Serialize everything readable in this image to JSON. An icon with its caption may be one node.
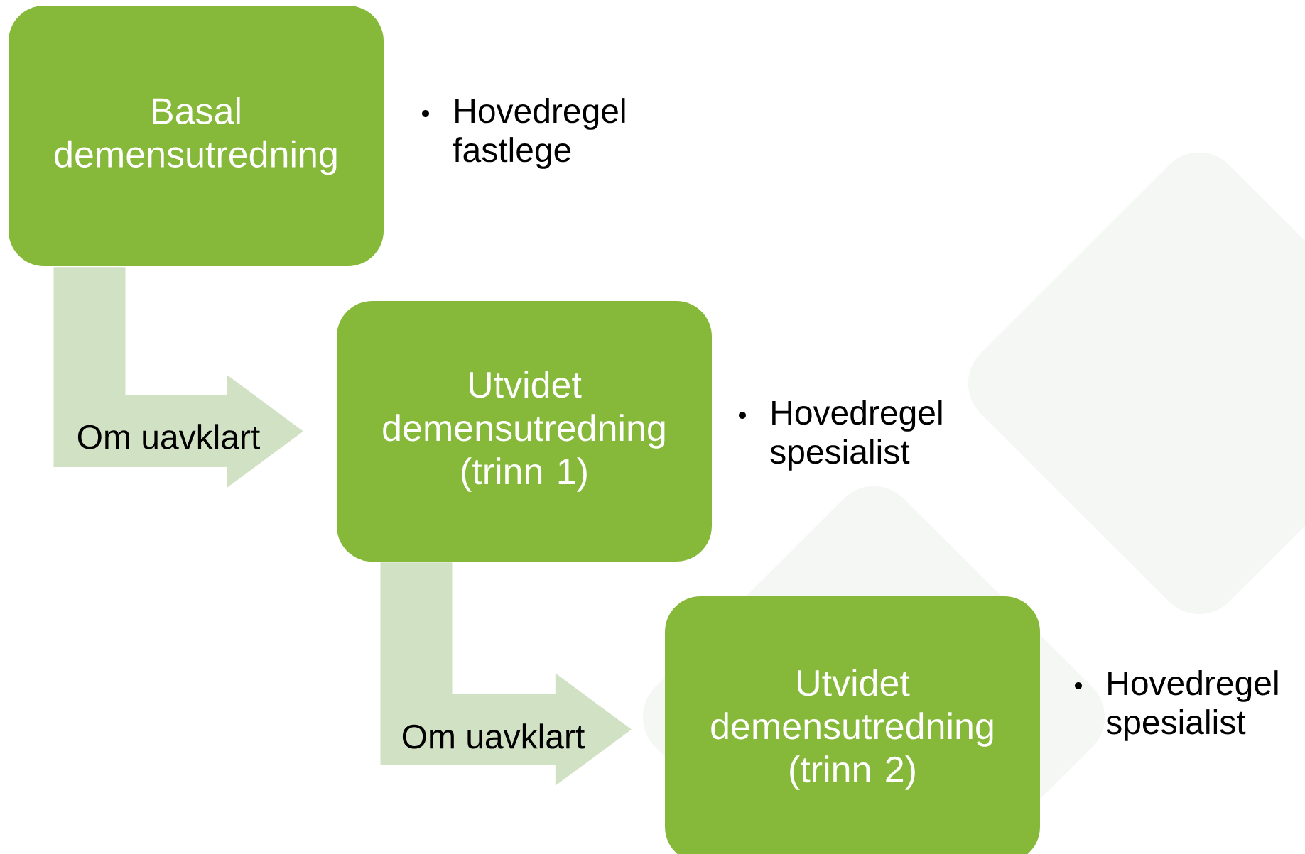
{
  "diagram": {
    "nodes": [
      {
        "text": [
          "Basal demensutredning"
        ],
        "beside": [
          "Hovedregel fastlege"
        ]
      },
      {
        "text": [
          "Utvidet demensutredning (trinn 1)"
        ],
        "beside": [
          "Hovedregel spesialist"
        ]
      },
      {
        "text": [
          "Utvidet demensutredning (trinn 2)"
        ],
        "beside": [
          "Hovedregel spesialist"
        ]
      }
    ],
    "edges": [
      {
        "from": 0,
        "to": 1,
        "arrow": "to",
        "label": "Om uavklart"
      },
      {
        "from": 1,
        "to": 2,
        "arrow": "to",
        "label": "Om uavklart"
      }
    ]
  }
}
